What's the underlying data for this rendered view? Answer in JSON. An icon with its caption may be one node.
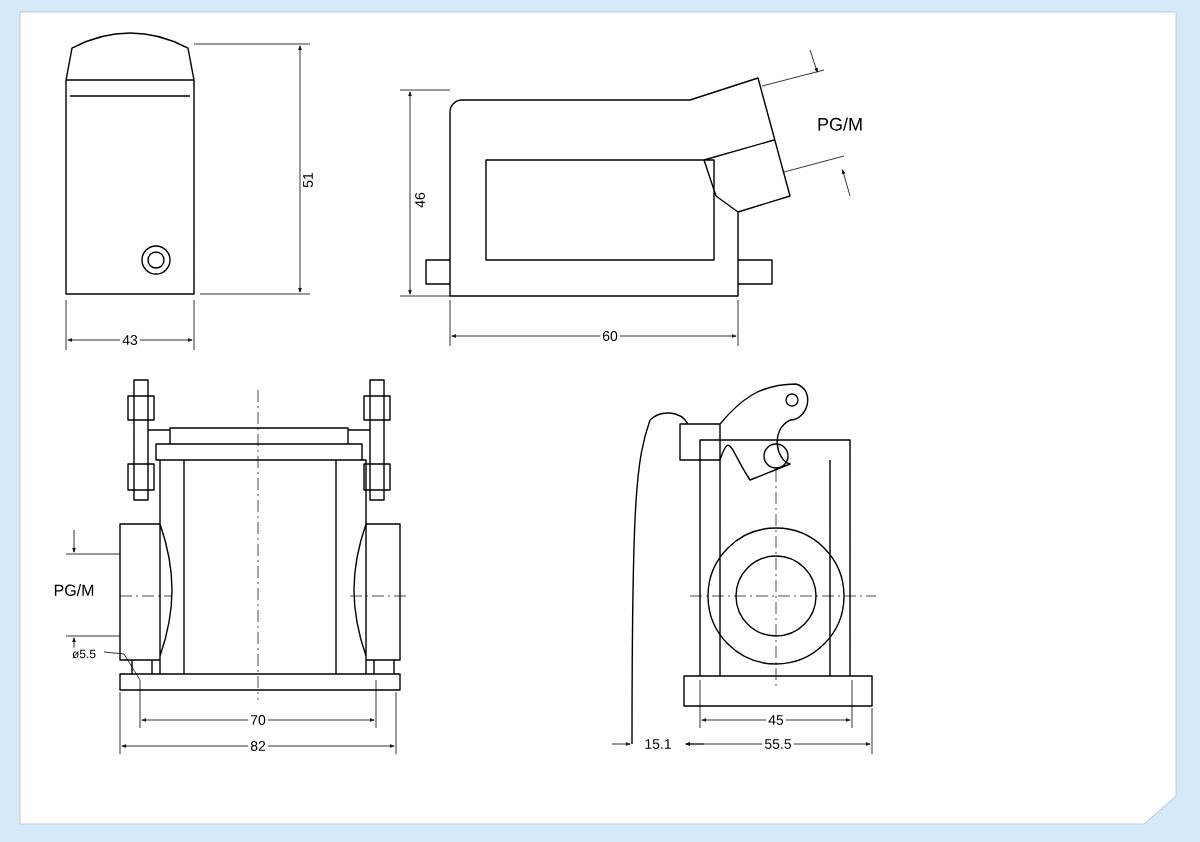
{
  "diagram": {
    "labels": [
      "51",
      "46",
      "PG/M",
      "43",
      "60",
      "PG/M",
      "ø5.5",
      "70",
      "82",
      "45",
      "15.1",
      "55.5"
    ]
  }
}
